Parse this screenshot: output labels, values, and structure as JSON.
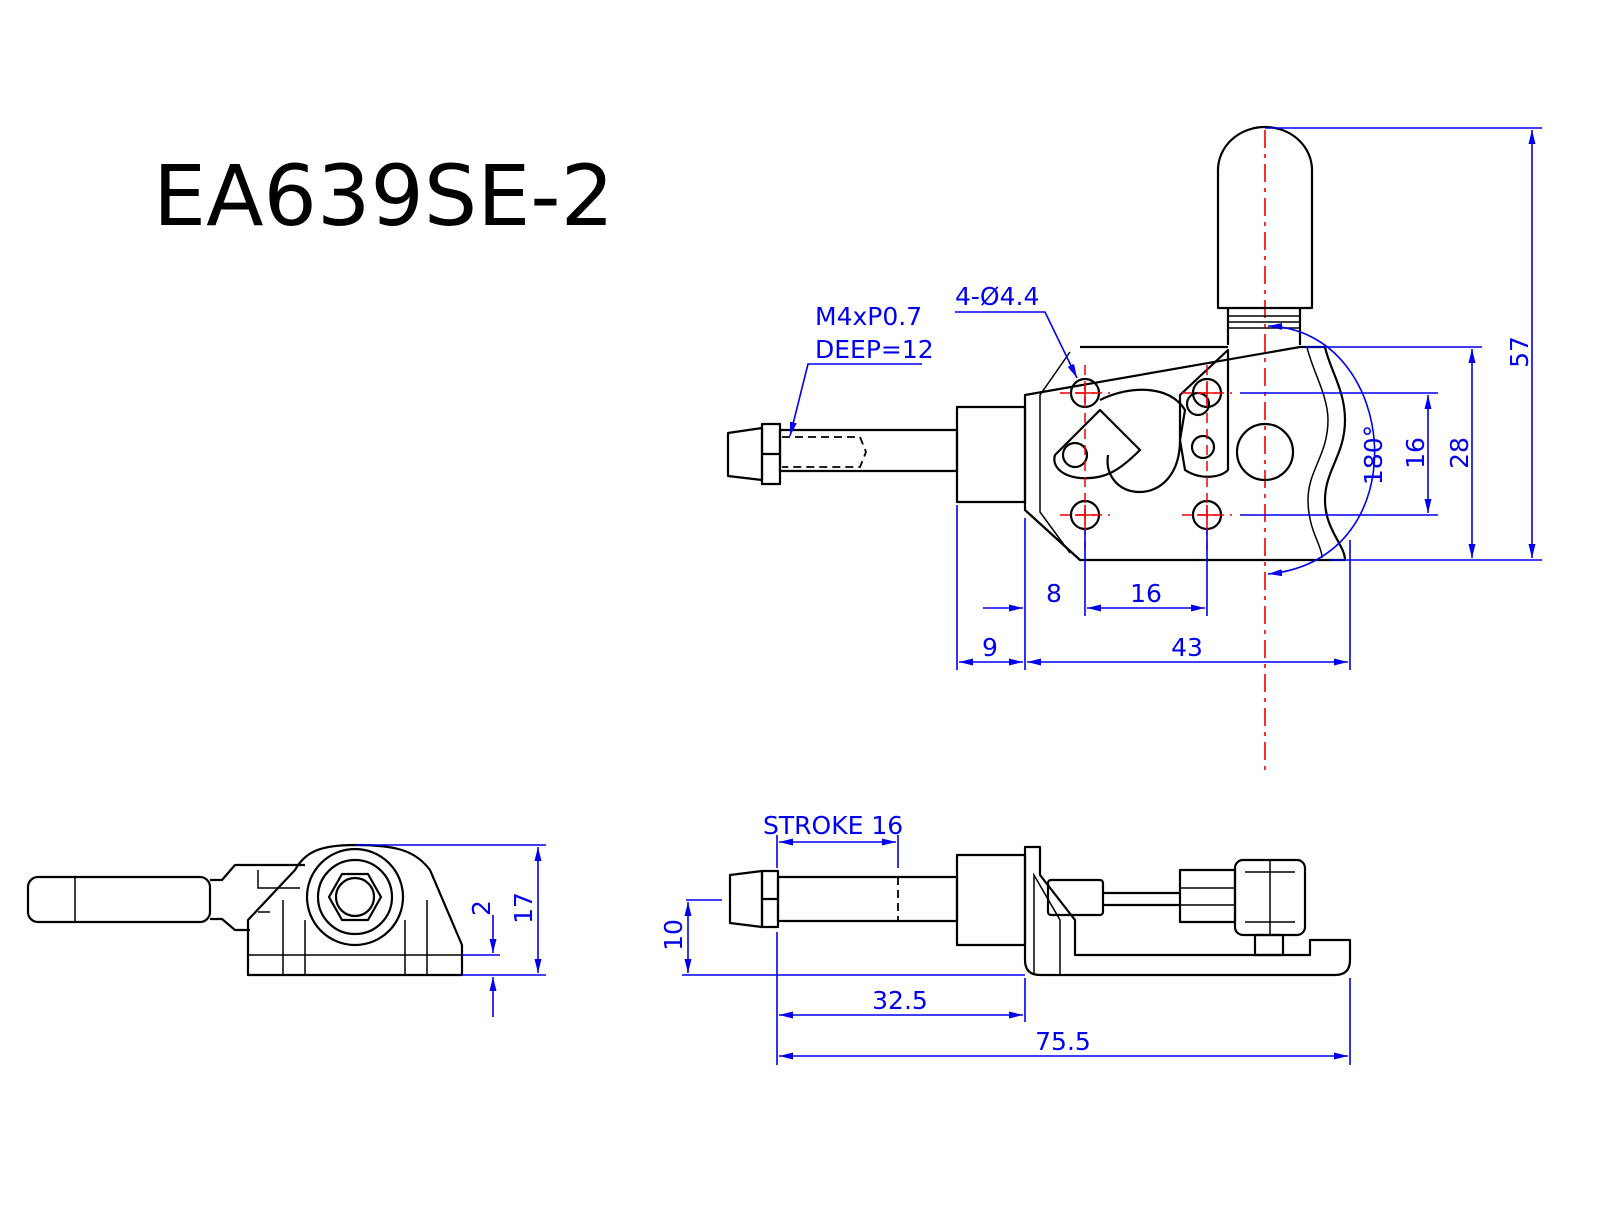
{
  "title": "EA639SE-2",
  "colors": {
    "outline": "#000000",
    "dimension": "#0000ee",
    "centerline": "#ee0000"
  },
  "top_view": {
    "thread_note": {
      "line1": "M4xP0.7",
      "line2": "DEEP=12"
    },
    "hole_note": "4-Ø4.4",
    "dimensions": {
      "overall_height": "57",
      "body_height": "28",
      "hole_spacing_v": "16",
      "rotation": "180°",
      "hole_offset": "8",
      "hole_spacing_h": "16",
      "spindle_offset": "9",
      "body_length": "43"
    }
  },
  "side_view": {
    "dimensions": {
      "base_thickness": "2",
      "height": "17"
    }
  },
  "front_view": {
    "dimensions": {
      "stroke": "STROKE 16",
      "spindle_height": "10",
      "spindle_reach": "32.5",
      "overall_length": "75.5"
    }
  }
}
